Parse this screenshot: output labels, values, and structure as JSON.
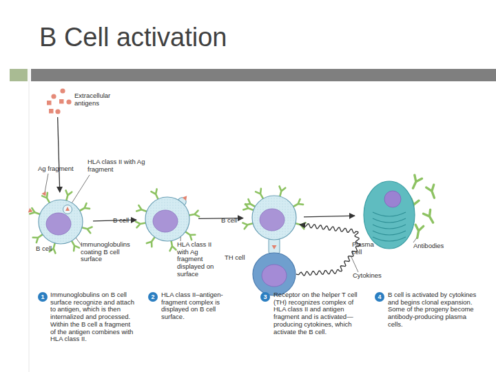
{
  "diagram": {
    "title": "B Cell activation",
    "nodes": [
      {
        "text": [
          "Extracellular antigens"
        ]
      },
      {
        "text": [
          "B cell"
        ]
      },
      {
        "text": [
          "B cell"
        ]
      },
      {
        "text": [
          "B cell"
        ]
      },
      {
        "text": [
          "TH cell"
        ]
      },
      {
        "text": [
          "Plasma cell"
        ]
      }
    ],
    "edges": [
      {
        "from": 0,
        "to": 1,
        "arrow": "to"
      },
      {
        "from": 1,
        "to": 2,
        "arrow": "to"
      },
      {
        "from": 2,
        "to": 3,
        "arrow": "to"
      },
      {
        "from": 3,
        "to": 5,
        "arrow": "to"
      },
      {
        "from": 4,
        "to": 3,
        "label": "Cytokines",
        "arrow": "to"
      }
    ],
    "labels": [
      "Ag fragment",
      "HLA class II with Ag fragment",
      "Immunoglobulins coating B cell surface",
      "HLA class II with Ag fragment displayed on surface",
      "Antibodies",
      "1",
      "Immunoglobulins on B cell surface recognize and attach to antigen, which is then internalized and processed. Within the B cell a fragment of the antigen combines with HLA class II.",
      "2",
      "HLA class II–antigen-fragment complex is displayed on B cell surface.",
      "3",
      "Receptor on the helper T cell (TH) recognizes complex of HLA class II and antigen fragment and is activated—producing cytokines, which activate the B cell.",
      "4",
      "B cell is activated by cytokines and begins clonal expansion. Some of the progeny become antibody-producing plasma cells."
    ]
  }
}
